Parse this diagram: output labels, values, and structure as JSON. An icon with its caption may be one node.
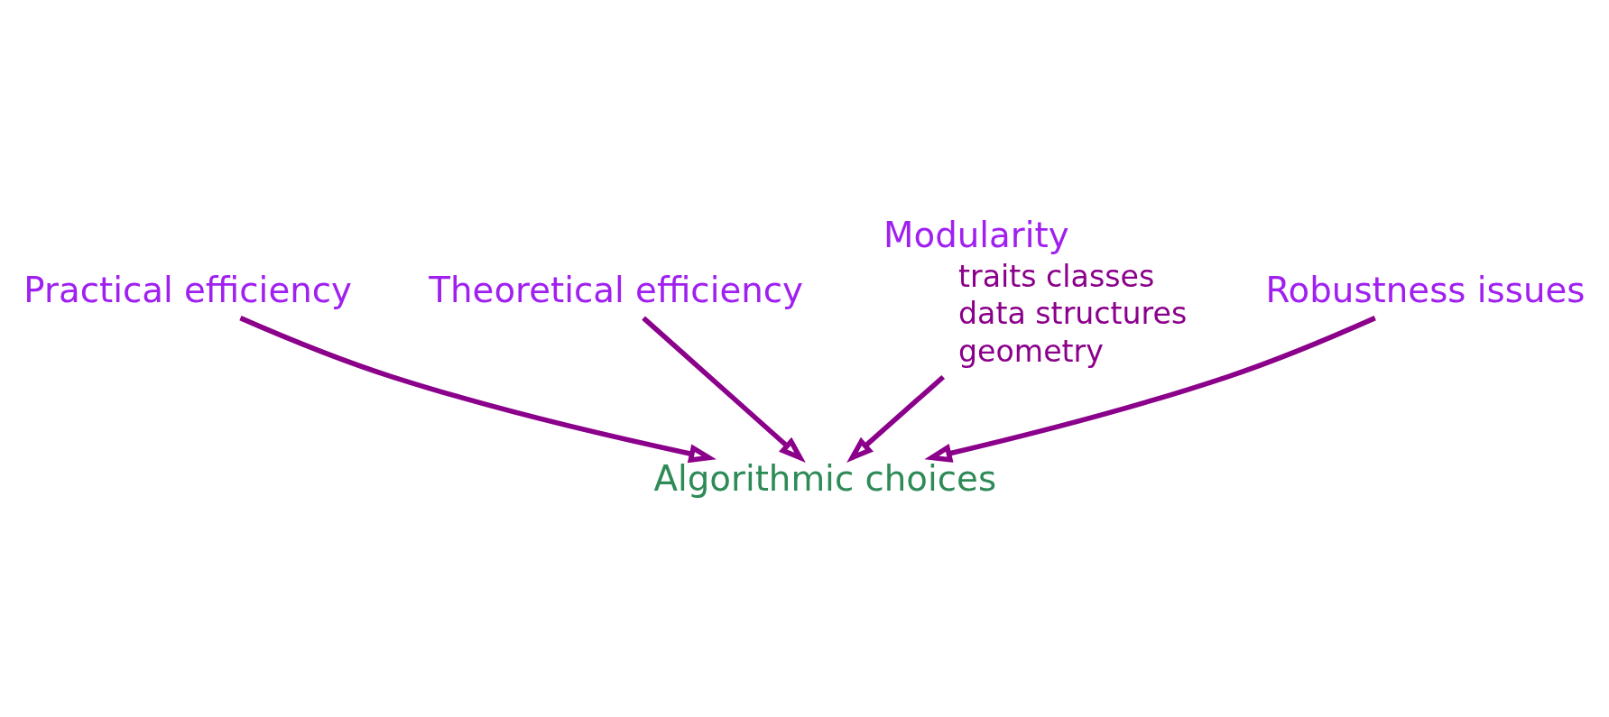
{
  "diagram": {
    "nodes": [
      {
        "text": [
          "Practical efficiency"
        ]
      },
      {
        "text": [
          "Theoretical efficiency"
        ]
      },
      {
        "text": [
          "Modularity",
          "traits classes",
          "data structures",
          "geometry"
        ]
      },
      {
        "text": [
          "Algorithmic choices"
        ]
      },
      {
        "text": [
          "Robustness issues"
        ]
      }
    ],
    "edges": [
      {
        "from": 0,
        "to": 3,
        "arrow": "to"
      },
      {
        "from": 1,
        "to": 3,
        "arrow": "to"
      },
      {
        "from": 2,
        "to": 3,
        "arrow": "to"
      },
      {
        "from": 4,
        "to": 3,
        "arrow": "to"
      }
    ]
  }
}
